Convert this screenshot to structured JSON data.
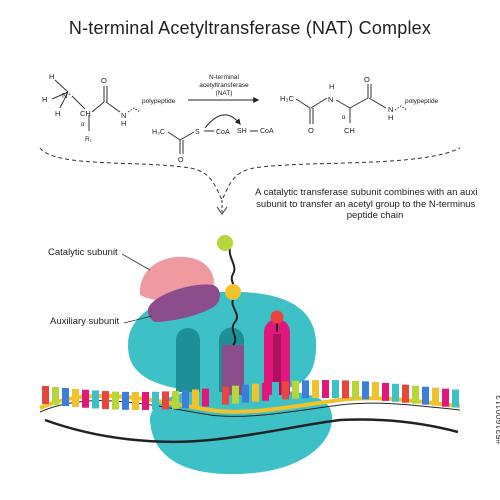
{
  "title": "N-terminal Acetyltransferase (NAT) Complex",
  "reaction": {
    "enzyme_line1": "N-terminal",
    "enzyme_line2": "acetyltransferase",
    "enzyme_line3": "(NAT)",
    "polypeptide": "polypeptide",
    "coa": "CoA",
    "sh_coa": "SH",
    "h3c": "H₃C",
    "alpha": "α",
    "r1": "R₁",
    "h": "H",
    "n": "N",
    "nplus": "N⁺",
    "o": "O",
    "s": "S",
    "ch": "CH",
    "c": "C"
  },
  "caption": "A catalytic transferase subunit combines with an auxiliary subunit to transfer an acetyl group to the N-terminus of a peptide chain",
  "labels": {
    "catalytic": "Catalytic subunit",
    "auxiliary": "Auxiliary subunit"
  },
  "stock": {
    "id": "#531600113"
  },
  "colors": {
    "teal": "#3ec0c7",
    "teal_dark": "#1f8f97",
    "catalytic": "#ee9aa0",
    "auxiliary": "#8b4d8b",
    "magenta": "#e0187b",
    "lime": "#b7d63a",
    "yellow": "#f0c22b",
    "red": "#e8463d"
  }
}
